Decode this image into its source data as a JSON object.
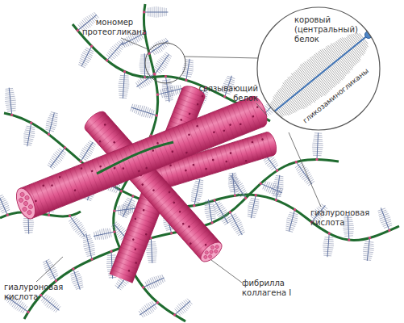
{
  "diagram": {
    "nodes": [
      {
        "text": [
          "коровый (центральный) белок",
          "гликозаминогликаны"
        ]
      }
    ],
    "labels": [
      "мономер протеогликана",
      "связывающий белок",
      "гиалуроновая кислота",
      "гиалуроновая кислота",
      "фибрилла коллагена I"
    ]
  }
}
